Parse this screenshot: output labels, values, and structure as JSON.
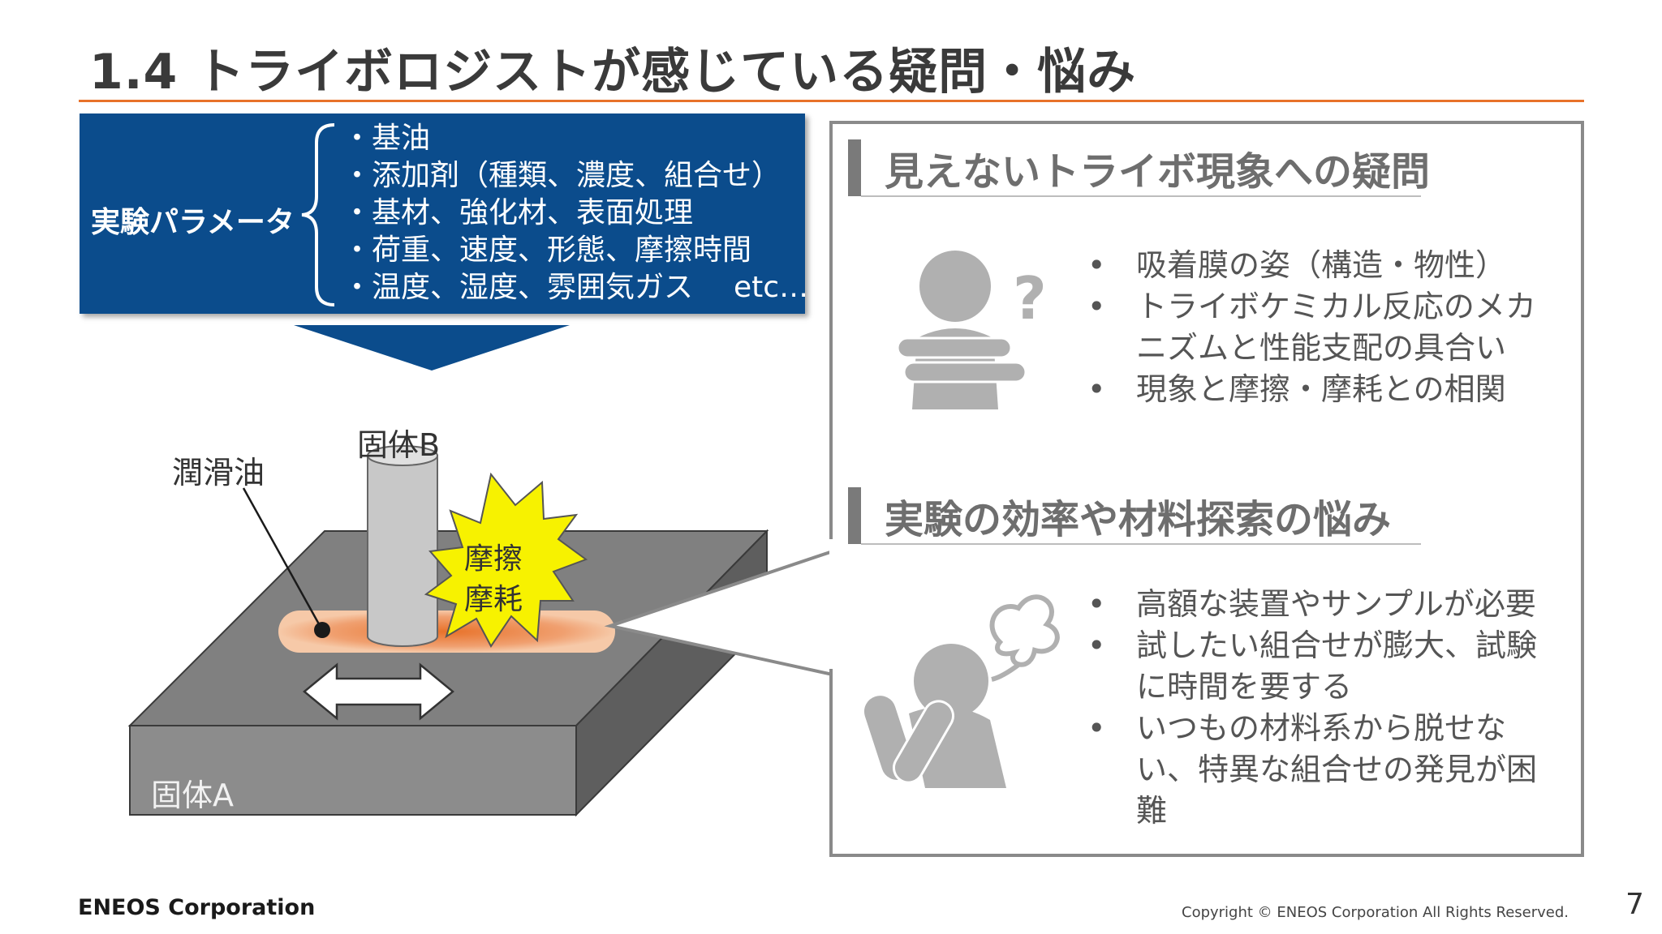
{
  "title": "1.4  トライボロジストが感じている疑問・悩み",
  "params": {
    "label": "実験パラメータ",
    "items": [
      "・基油",
      "・添加剤（種類、濃度、組合せ）",
      "・基材、強化材、表面処理",
      "・荷重、速度、形態、摩擦時間",
      "・温度、湿度、雰囲気ガス"
    ],
    "etc": "etc…"
  },
  "illustration": {
    "oil_label": "潤滑油",
    "solid_b_label": "固体B",
    "solid_a_label": "固体A",
    "burst_line1": "摩擦",
    "burst_line2": "摩耗"
  },
  "panel": {
    "section1": {
      "title": "見えないトライボ現象への疑問",
      "bullets": [
        "吸着膜の姿（構造・物性）",
        "トライボケミカル反応のメカニズムと性能支配の具合い",
        "現象と摩擦・摩耗との相関"
      ]
    },
    "section2": {
      "title": "実験の効率や材料探索の悩み",
      "bullets": [
        "高額な装置やサンプルが必要",
        "試したい組合せが膨大、試験に時間を要する",
        "いつもの材料系から脱せない、特異な組合せの発見が困難"
      ]
    }
  },
  "footer": {
    "logo": "ENEOS Corporation",
    "copyright": "Copyright © ENEOS Corporation  All Rights Reserved.",
    "page_number": "7"
  },
  "colors": {
    "accent_orange": "#e8722a",
    "param_blue": "#0b4c8c",
    "panel_gray": "#8a8a8a"
  }
}
